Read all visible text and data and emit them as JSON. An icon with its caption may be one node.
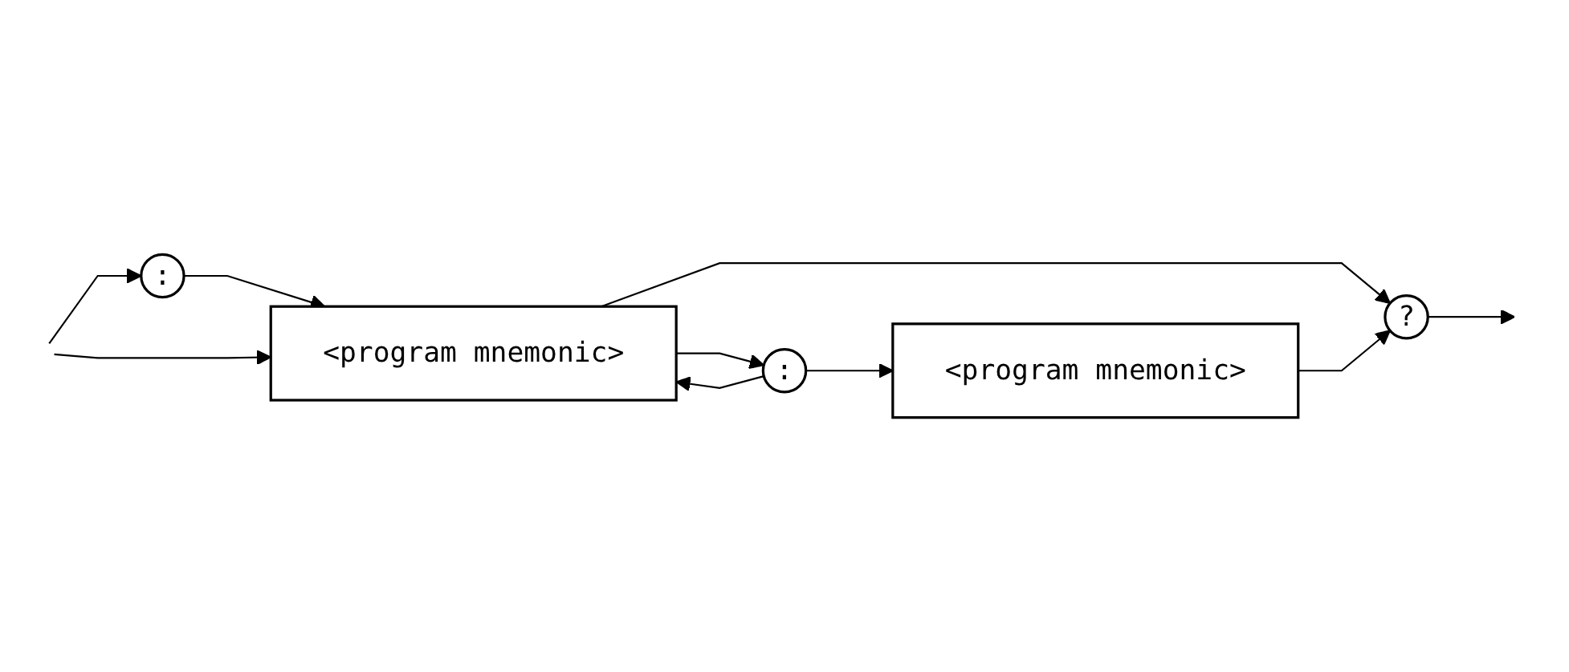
{
  "diagram": {
    "nodes": [
      {
        "text": [
          ":"
        ]
      },
      {
        "text": [
          "<program mnemonic>"
        ]
      },
      {
        "text": [
          ":"
        ]
      },
      {
        "text": [
          "<program mnemonic>"
        ]
      },
      {
        "text": [
          "?"
        ]
      }
    ],
    "edges": [
      {
        "from": null,
        "to": 0,
        "arrow": "to"
      },
      {
        "from": 0,
        "to": 1,
        "arrow": "to"
      },
      {
        "from": null,
        "to": 1,
        "arrow": "to"
      },
      {
        "from": 1,
        "to": 2,
        "arrow": "to"
      },
      {
        "from": 2,
        "to": 1,
        "arrow": "to"
      },
      {
        "from": 2,
        "to": 3,
        "arrow": "to"
      },
      {
        "from": 1,
        "to": 4,
        "arrow": "to"
      },
      {
        "from": 3,
        "to": 4,
        "arrow": "to"
      },
      {
        "from": 4,
        "to": null,
        "arrow": "to"
      }
    ]
  }
}
